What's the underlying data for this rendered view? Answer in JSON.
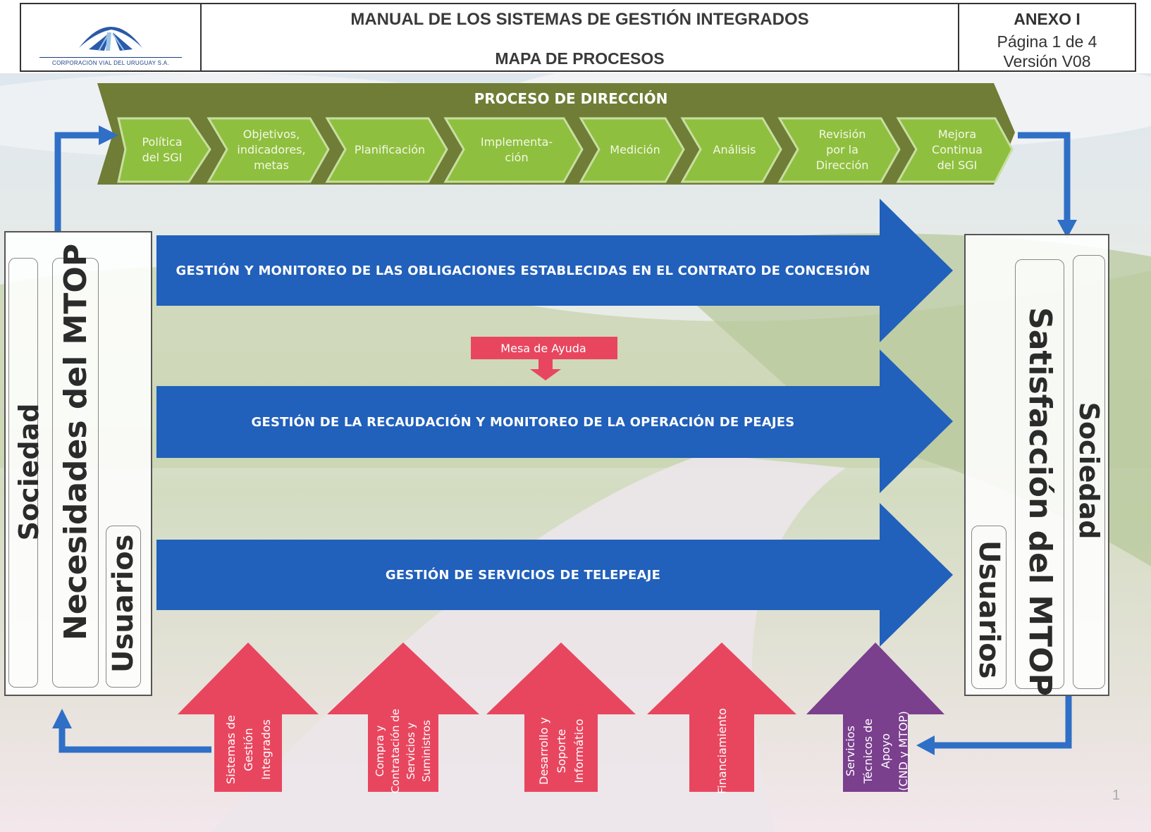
{
  "header": {
    "company": "CORPORACIÓN VIAL DEL URUGUAY S.A.",
    "title": "MANUAL  DE LOS SISTEMAS DE GESTIÓN INTEGRADOS",
    "subtitle": "MAPA DE PROCESOS",
    "annex": "ANEXO I",
    "page": "Página 1 de 4",
    "version": "Versión V08"
  },
  "direction": {
    "title": "PROCESO DE DIRECCIÓN",
    "steps": [
      "Política\ndel SGI",
      "Objetivos,\nindicadores,\nmetas",
      "Planificación",
      "Implementa-\nción",
      "Medición",
      "Análisis",
      "Revisión\npor la\nDirección",
      "Mejora\nContinua\ndel SGI"
    ]
  },
  "left_box": {
    "col1": "Sociedad",
    "col2": "Necesidades del MTOP",
    "col3": "Usuarios"
  },
  "right_box": {
    "col1": "Usuarios",
    "col2": "Satisfacción del MTOP",
    "col3": "Sociedad"
  },
  "main_processes": [
    "GESTIÓN Y MONITOREO DE LAS OBLIGACIONES ESTABLECIDAS EN EL CONTRATO DE CONCESIÓN",
    "GESTIÓN DE LA RECAUDACIÓN Y MONITOREO DE LA OPERACIÓN DE PEAJES",
    "GESTIÓN DE SERVICIOS DE TELEPEAJE"
  ],
  "help_desk": "Mesa de Ayuda",
  "support_processes": [
    "Sistemas de\nGestión\nIntegrados",
    "Compra y\nContratación de\nServicios y\nSuministros",
    "Desarrollo y\nSoporte\nInformático",
    "Financiamiento",
    "Servicios\nTécnicos de\nApoyo\n(CND y MTOP)"
  ],
  "page_number": "1",
  "colors": {
    "direction_band": "#6f7d36",
    "direction_steps": "#8fbf3e",
    "process_arrows": "#2160bb",
    "support_red": "#e8465f",
    "support_purple": "#7a3f8d",
    "connector_blue": "#2f6fc6"
  }
}
